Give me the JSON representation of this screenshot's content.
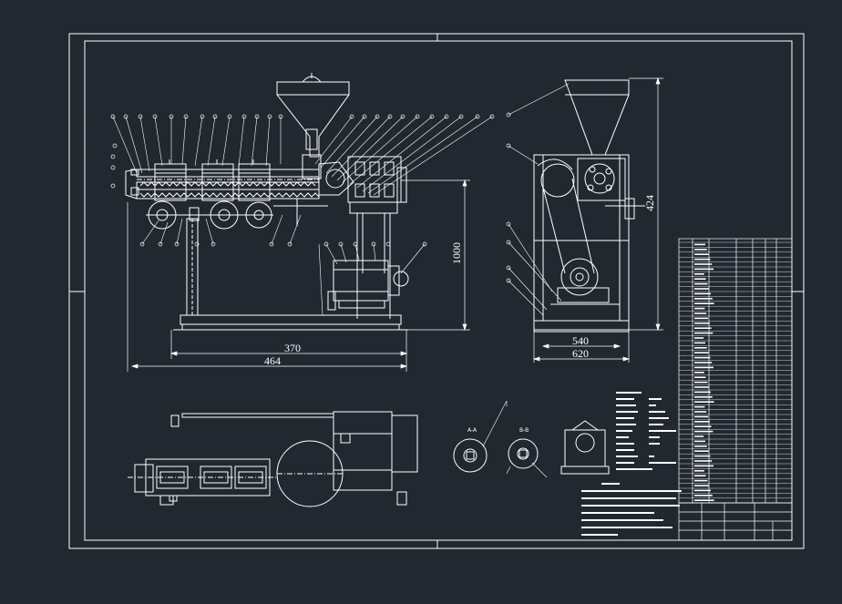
{
  "background": "#212830",
  "line_color": "#ffffff",
  "dimensions": {
    "front_length_inner": "370",
    "front_length_total": "464",
    "front_height": "1000",
    "side_width_inner": "540",
    "side_width_total": "620",
    "side_height": "424"
  },
  "section_labels": {
    "section_a": "A-A",
    "section_b": "B-B"
  }
}
